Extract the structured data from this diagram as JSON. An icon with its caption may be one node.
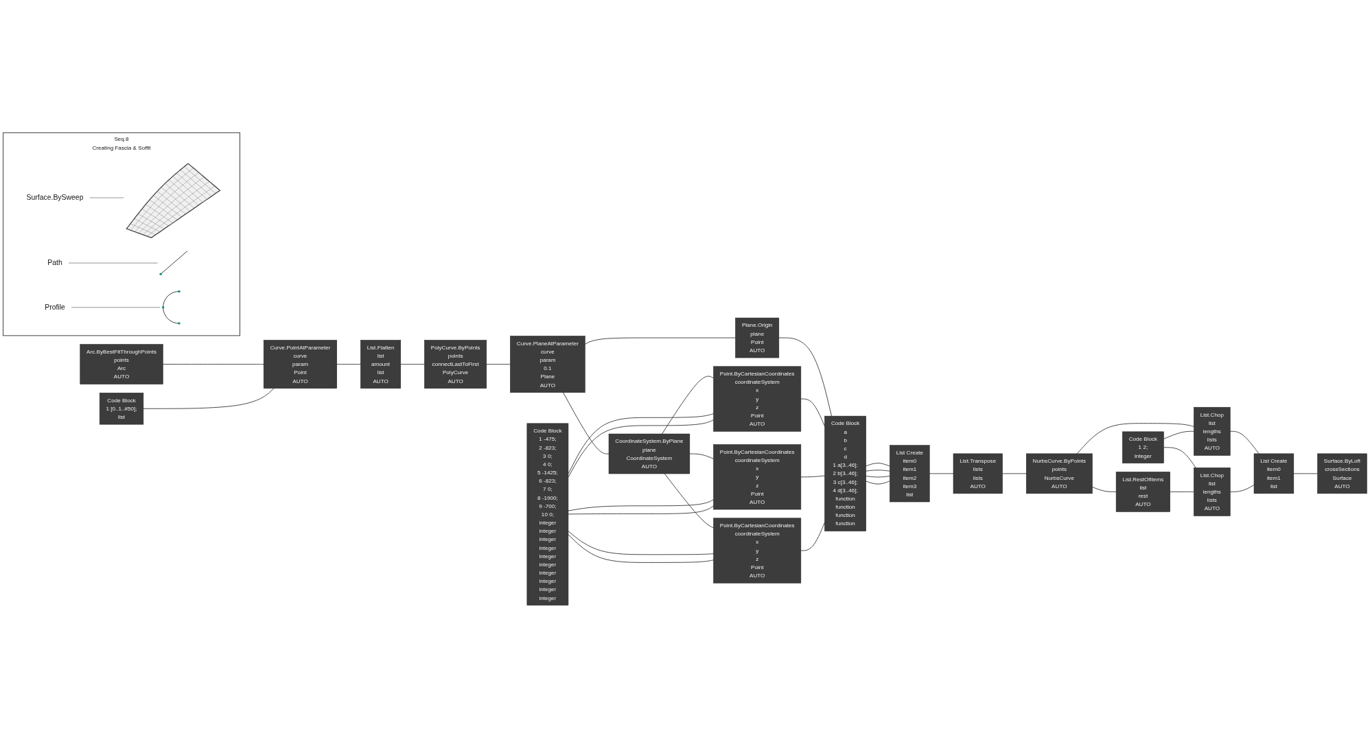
{
  "diagram": {
    "nodes": [
      {
        "text": [
          "Seq.8",
          "Creating Fascia & Soffit"
        ]
      },
      {
        "text": [
          "Surface.BySweep"
        ],
        "in": 0
      },
      {
        "text": [],
        "shape": "picture",
        "in": 0
      },
      {
        "text": [
          "Path"
        ],
        "in": 0
      },
      {
        "text": [],
        "shape": "line",
        "in": 0
      },
      {
        "text": [
          "Profile"
        ],
        "in": 0
      },
      {
        "text": [],
        "shape": "arc",
        "in": 0
      },
      {
        "text": [
          "Arc.ByBestFitThroughPoints",
          "points",
          "Arc",
          "AUTO"
        ]
      },
      {
        "text": [
          "Code Block",
          "1 [0..1..#50];",
          "list"
        ]
      },
      {
        "text": [
          "Curve.PointAtParameter",
          "curve",
          "param",
          "Point",
          "AUTO"
        ]
      },
      {
        "text": [
          "List.Flatten",
          "list",
          "amount",
          "list",
          "AUTO"
        ]
      },
      {
        "text": [
          "PolyCurve.ByPoints",
          "points",
          "connectLastToFirst",
          "PolyCurve",
          "AUTO"
        ]
      },
      {
        "text": [
          "Curve.PlaneAtParameter",
          "curve",
          "param",
          "0.1",
          "Plane",
          "AUTO"
        ]
      },
      {
        "text": [
          "CoordinateSystem.ByPlane",
          "plane",
          "CoordinateSystem",
          "AUTO"
        ]
      },
      {
        "text": [
          "Plane.Origin",
          "plane",
          "Point",
          "AUTO"
        ]
      },
      {
        "text": [
          "Code Block",
          "1 -475;",
          "2 -823;",
          "3 0;",
          "4 0;",
          "5 -1425;",
          "6 -823;",
          "7 0;",
          "8 -1900;",
          "9 -700;",
          "10 0;",
          "integer",
          "integer",
          "integer",
          "integer",
          "integer",
          "integer",
          "integer",
          "integer",
          "integer",
          "integer"
        ]
      },
      {
        "text": [
          "Point.ByCartesianCoordinates",
          "coordinateSystem",
          "x",
          "y",
          "z",
          "Point",
          "AUTO"
        ]
      },
      {
        "text": [
          "Point.ByCartesianCoordinates",
          "coordinateSystem",
          "x",
          "y",
          "z",
          "Point",
          "AUTO"
        ]
      },
      {
        "text": [
          "Point.ByCartesianCoordinates",
          "coordinateSystem",
          "x",
          "y",
          "z",
          "Point",
          "AUTO"
        ]
      },
      {
        "text": [
          "Code Block",
          "a",
          "b",
          "c",
          "d",
          "1 a[3..46];",
          "2 b[3..46];",
          "3 c[3..46];",
          "4 d[3..46];",
          "function",
          "function",
          "function",
          "function"
        ]
      },
      {
        "text": [
          "List Create",
          "item0",
          "item1",
          "item2",
          "item3",
          "list"
        ]
      },
      {
        "text": [
          "List.Transpose",
          "lists",
          "lists",
          "AUTO"
        ]
      },
      {
        "text": [
          "NurbsCurve.ByPoints",
          "points",
          "NurbsCurve",
          "AUTO"
        ]
      },
      {
        "text": [
          "Code Block",
          "1 2;",
          "integer"
        ]
      },
      {
        "text": [
          "List.Chop",
          "list",
          "lengths",
          "lists",
          "AUTO"
        ]
      },
      {
        "text": [
          "List.RestOfItems",
          "list",
          "rest",
          "AUTO"
        ]
      },
      {
        "text": [
          "List.Chop",
          "list",
          "lengths",
          "lists",
          "AUTO"
        ]
      },
      {
        "text": [
          "List Create",
          "item0",
          "item1",
          "list"
        ]
      },
      {
        "text": [
          "Surface.ByLoft",
          "crossSections",
          "Surface",
          "AUTO"
        ]
      }
    ],
    "edges": [
      {
        "from": 1,
        "to": 2,
        "arrow": "none",
        "color": "#8c8c8c"
      },
      {
        "from": 3,
        "to": 4,
        "arrow": "none",
        "color": "#8c8c8c"
      },
      {
        "from": 5,
        "to": 6,
        "arrow": "none",
        "color": "#8c8c8c"
      },
      {
        "from": 7,
        "to": 9,
        "arrow": "none"
      },
      {
        "from": 8,
        "to": 9,
        "arrow": "none"
      },
      {
        "from": 9,
        "to": 10,
        "arrow": "none"
      },
      {
        "from": 10,
        "to": 11,
        "arrow": "none"
      },
      {
        "from": 11,
        "to": 12,
        "arrow": "none"
      },
      {
        "from": 12,
        "to": 13,
        "arrow": "none"
      },
      {
        "from": 12,
        "to": 14,
        "arrow": "none"
      },
      {
        "from": 13,
        "to": 16,
        "arrow": "none"
      },
      {
        "from": 13,
        "to": 17,
        "arrow": "none"
      },
      {
        "from": 13,
        "to": 18,
        "arrow": "none"
      },
      {
        "from": 15,
        "to": 16,
        "arrow": "none"
      },
      {
        "from": 15,
        "to": 16,
        "arrow": "none"
      },
      {
        "from": 15,
        "to": 17,
        "arrow": "none"
      },
      {
        "from": 15,
        "to": 17,
        "arrow": "none"
      },
      {
        "from": 15,
        "to": 18,
        "arrow": "none"
      },
      {
        "from": 15,
        "to": 18,
        "arrow": "none"
      },
      {
        "from": 14,
        "to": 19,
        "arrow": "none"
      },
      {
        "from": 16,
        "to": 19,
        "arrow": "none"
      },
      {
        "from": 17,
        "to": 19,
        "arrow": "none"
      },
      {
        "from": 18,
        "to": 19,
        "arrow": "none"
      },
      {
        "from": 19,
        "to": 20,
        "arrow": "none"
      },
      {
        "from": 19,
        "to": 20,
        "arrow": "none"
      },
      {
        "from": 19,
        "to": 20,
        "arrow": "none"
      },
      {
        "from": 19,
        "to": 20,
        "arrow": "none"
      },
      {
        "from": 20,
        "to": 21,
        "arrow": "none"
      },
      {
        "from": 21,
        "to": 22,
        "arrow": "none"
      },
      {
        "from": 22,
        "to": 24,
        "arrow": "none"
      },
      {
        "from": 22,
        "to": 25,
        "arrow": "none"
      },
      {
        "from": 23,
        "to": 24,
        "arrow": "none"
      },
      {
        "from": 23,
        "to": 26,
        "arrow": "none"
      },
      {
        "from": 25,
        "to": 26,
        "arrow": "none"
      },
      {
        "from": 24,
        "to": 27,
        "arrow": "none"
      },
      {
        "from": 26,
        "to": 27,
        "arrow": "none"
      },
      {
        "from": 27,
        "to": 28,
        "arrow": "none"
      }
    ]
  }
}
